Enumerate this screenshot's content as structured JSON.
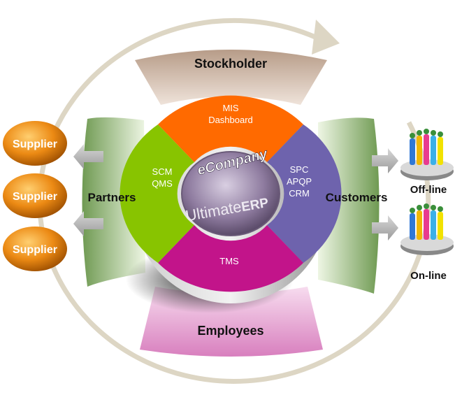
{
  "top_band": "Stockholder",
  "bottom_band": "Employees",
  "left_band": "Partners",
  "right_band": "Customers",
  "suppliers": [
    "Supplier",
    "Supplier",
    "Supplier"
  ],
  "segments": {
    "top": [
      "MIS",
      "Dashboard"
    ],
    "left": [
      "SCM",
      "QMS"
    ],
    "right": [
      "SPC",
      "APQP",
      "CRM"
    ],
    "bottom": [
      "TMS"
    ]
  },
  "center": {
    "title": "eCompany",
    "subtitle_main": "Ultimate",
    "subtitle_bold": "ERP"
  },
  "channels": [
    "Off-line",
    "On-line"
  ],
  "colors": {
    "top_segment": "#ff6a00",
    "left_segment": "#88c400",
    "right_segment": "#6e63ad",
    "bottom_segment": "#c2148a",
    "supplier": "#e57f0b",
    "stockholder_band": "#c8ad9a",
    "employees_band": "#e6a8d6",
    "side_band": "#a8c48a"
  }
}
